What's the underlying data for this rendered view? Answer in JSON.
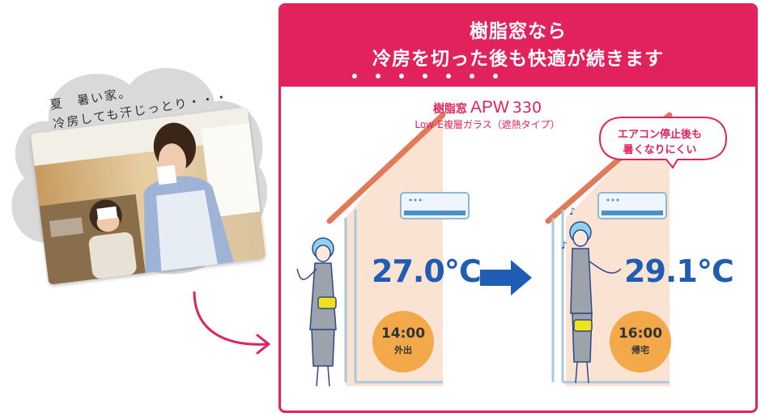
{
  "left": {
    "handwritten_line1": "夏　暑い家。",
    "handwritten_line2": "冷房しても汗じっとり・・・"
  },
  "panel": {
    "header_line1": "樹脂窓なら",
    "header_line2": "冷房を切った後も快適が続きます",
    "product_label": "樹脂窓",
    "product_brand": "APW",
    "product_model": "330",
    "product_glass": "Low-E複層ガラス（遮熱タイプ）",
    "bubble_line1": "エアコン停止後も",
    "bubble_line2": "暑くなりにくい",
    "scene_before": {
      "temperature": "27.0℃",
      "time": "14:00",
      "label": "外出"
    },
    "scene_after": {
      "temperature": "29.1℃",
      "time": "16:00",
      "label": "帰宅"
    }
  },
  "colors": {
    "accent": "#e2225c",
    "temperature": "#1f5db4",
    "clock": "#f3a94a",
    "wall": "#fbe3d3",
    "roof": "#e27a5a",
    "cloud": "#d9d9d9"
  }
}
